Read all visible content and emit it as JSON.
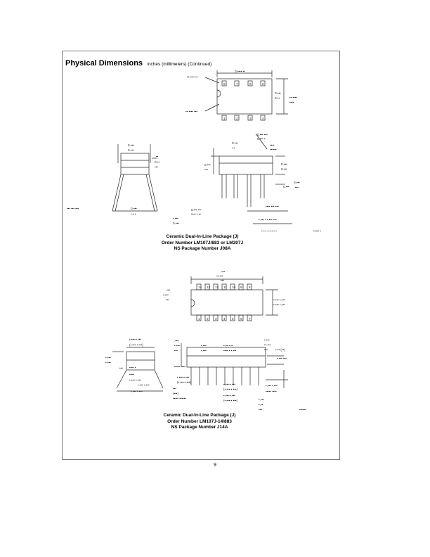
{
  "header": {
    "title": "Physical Dimensions",
    "subtitle": "inches (millimeters) (Continued)"
  },
  "packages": [
    {
      "lines": [
        "Ceramic Dual-In-Line Package (J)",
        "Order Number LM107J/883 or LM207J",
        "NS Package Number J08A"
      ]
    },
    {
      "lines": [
        "Ceramic Dual-In-Line Package (J)",
        "Order Number LM107J-14/883",
        "NS Package Number J14A"
      ]
    }
  ],
  "page_number": "9"
}
